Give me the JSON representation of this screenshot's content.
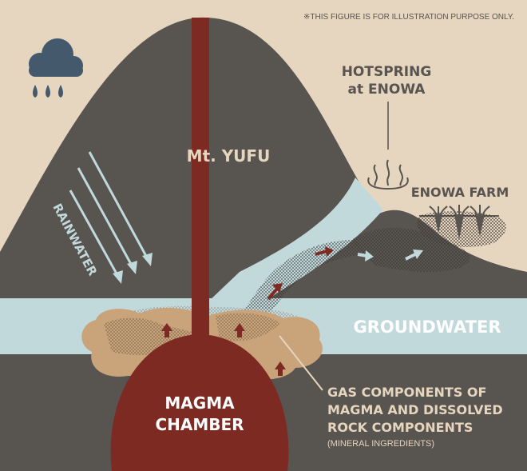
{
  "disclaimer": "※THIS FIGURE IS FOR ILLUSTRATION PURPOSE ONLY.",
  "labels": {
    "mountain": "Mt. YUFU",
    "hotspring_line1": "HOTSPRING",
    "hotspring_line2": "at ENOWA",
    "farm": "ENOWA FARM",
    "rainwater": "RAINWATER",
    "groundwater": "GROUNDWATER",
    "magma_line1": "MAGMA",
    "magma_line2": "CHAMBER",
    "gas_line1": "GAS COMPONENTS OF",
    "gas_line2": "MAGMA AND DISSOLVED",
    "gas_line3": "ROCK COMPONENTS",
    "gas_note": "(MINERAL INGREDIENTS)"
  },
  "icons": [
    "cloud-icon",
    "raindrop-icon",
    "hotspring-icon",
    "carrot-icon",
    "arrow-icon"
  ],
  "colors": {
    "sky": "#e6d5bf",
    "mountain": "#58544f",
    "groundwater": "#c2d9dc",
    "magma": "#7d2a23",
    "mineral": "#c9a47a",
    "cloud": "#44596b",
    "arrow_light": "#c2d9dc",
    "arrow_dark": "#7d2a23"
  }
}
